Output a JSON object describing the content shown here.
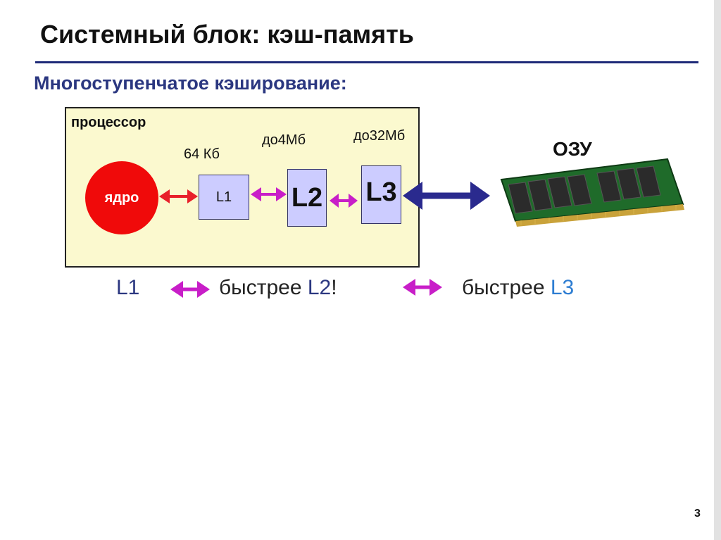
{
  "slide": {
    "title": "Системный блок: кэш-память",
    "subtitle": "Многоступенчатое кэширование:",
    "page_number": "3"
  },
  "diagram": {
    "cpu_label": "процессор",
    "core_label": "ядро",
    "l1_label": "L1",
    "l2_label": "L2",
    "l3_label": "L3",
    "l1_size": "64 Кб",
    "l2_size": "до4Мб",
    "l3_size": "до32Мб",
    "ram_label": "ОЗУ"
  },
  "comparison": {
    "first": "L1",
    "faster1": "быстрее ",
    "second": "L2",
    "exclaim": "!",
    "faster2": "быстрее ",
    "third": "L3"
  },
  "colors": {
    "title_rule": "#1e2a78",
    "cpu_box_fill": "#fbf9cf",
    "core_fill": "#f00a0a",
    "cache_fill": "#ccccff",
    "arrow_red": "#e8202a",
    "arrow_magenta": "#c81ec8",
    "arrow_blue": "#2a2a8e",
    "text_blue": "#2b3780",
    "text_l3": "#2d7dd2"
  },
  "icons": {
    "ram": "ram-module-icon",
    "arrows": "double-arrow-icon"
  }
}
